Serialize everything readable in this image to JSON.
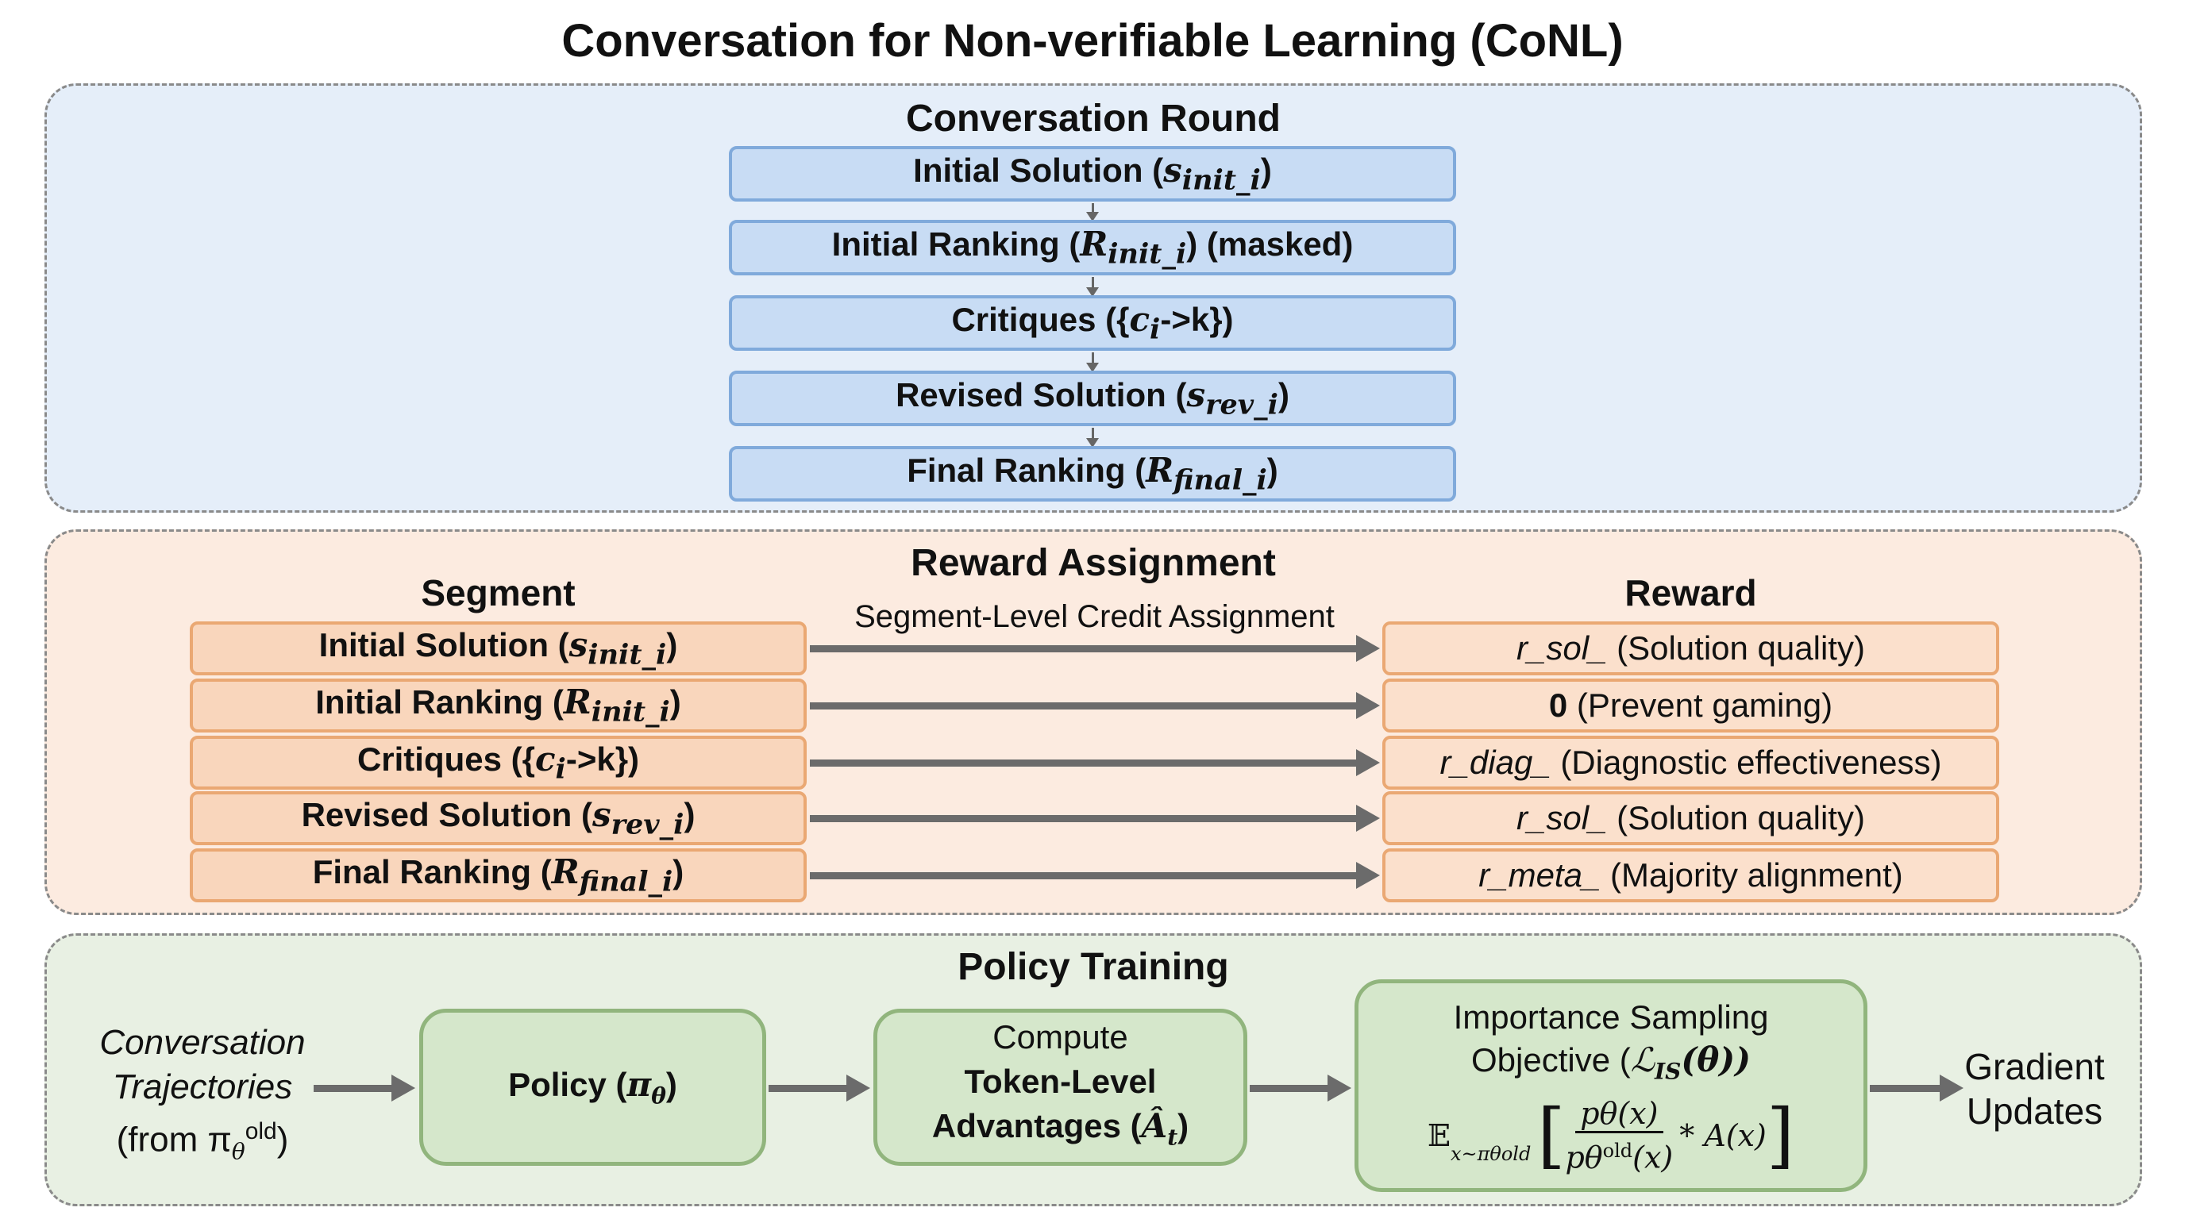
{
  "title": "Conversation for Non-verifiable Learning (CoNL)",
  "conversation_round": {
    "heading": "Conversation Round",
    "steps": [
      {
        "label": "Initial Solution (",
        "sym": "s",
        "sub": "init_i",
        "after": ")"
      },
      {
        "label": "Initial Ranking (",
        "sym": "R",
        "sub": "init_i",
        "after": ") (masked)"
      },
      {
        "label": "Critiques ({",
        "sym": "c",
        "sub": "i",
        "after": "->k})"
      },
      {
        "label": "Revised Solution (",
        "sym": "s",
        "sub": "rev_i",
        "after": ")"
      },
      {
        "label": "Final Ranking (",
        "sym": "R",
        "sub": "final_i",
        "after": ")"
      }
    ]
  },
  "reward_assignment": {
    "heading": "Reward Assignment",
    "segment_header": "Segment",
    "reward_header": "Reward",
    "arrow_label": "Segment-Level Credit Assignment",
    "rows": [
      {
        "seg": "Initial Solution (",
        "sym": "s",
        "sub": "init_i",
        "after": ")",
        "reward_key": "r_sol_",
        "reward_desc": " (Solution quality)",
        "bold": false
      },
      {
        "seg": "Initial Ranking (",
        "sym": "R",
        "sub": "init_i",
        "after": ")",
        "reward_key": "0",
        "reward_desc": " (Prevent gaming)",
        "bold": true
      },
      {
        "seg": "Critiques ({",
        "sym": "c",
        "sub": "i",
        "after": "->k})",
        "reward_key": "r_diag_",
        "reward_desc": " (Diagnostic effectiveness)",
        "bold": false
      },
      {
        "seg": "Revised Solution (",
        "sym": "s",
        "sub": "rev_i",
        "after": ")",
        "reward_key": "r_sol_",
        "reward_desc": " (Solution quality)",
        "bold": false
      },
      {
        "seg": "Final Ranking (",
        "sym": "R",
        "sub": "final_i",
        "after": ")",
        "reward_key": "r_meta_",
        "reward_desc": " (Majority alignment)",
        "bold": false
      }
    ]
  },
  "policy_training": {
    "heading": "Policy Training",
    "input_line1": "Conversation",
    "input_line2": "Trajectories",
    "input_line3": "(from π",
    "input_sub": "θ",
    "input_sup": "old",
    "policy_label": "Policy (",
    "policy_sym": "π",
    "policy_sub": "θ",
    "compute_line1": "Compute",
    "compute_line2": "Token-Level",
    "compute_line3": "Advantages (",
    "compute_sym": "Â",
    "compute_sub": "t",
    "is_line1": "Importance Sampling",
    "is_line2": "Objective (",
    "is_sym": "ℒ",
    "is_sub": "IS",
    "is_arg": "(θ))",
    "is_expect": "𝔼",
    "is_expect_sub": "x~πθold",
    "is_num": "pθ(x)",
    "is_den": "pθ",
    "is_den_sup": "old",
    "is_den_arg": "(x)",
    "is_tail": "* A(x)",
    "output_line1": "Gradient",
    "output_line2": "Updates"
  }
}
